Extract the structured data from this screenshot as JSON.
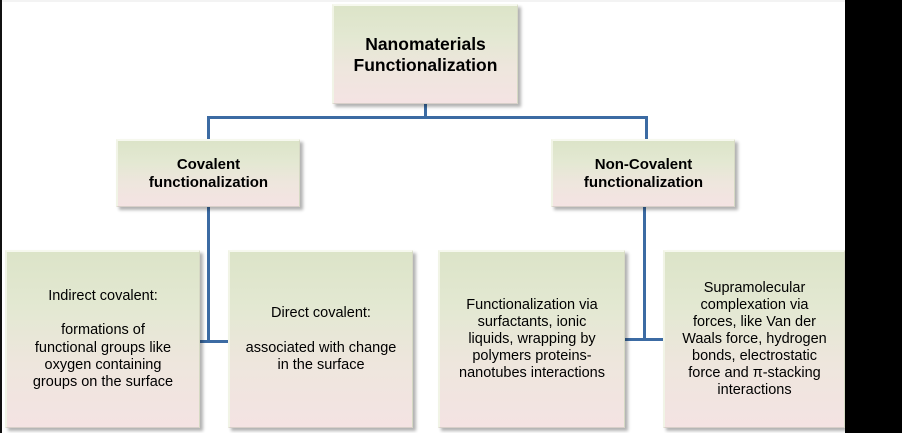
{
  "diagram": {
    "title": "Nanomaterials Functionalization",
    "type": "hierarchy-tree",
    "accent_connector_color": "#3c6ba3",
    "node_fill_top_color": "#dce4c8",
    "node_fill_bottom_color": "#f4e3e3",
    "levels": {
      "root": {
        "label": "Nanomaterials\nFunctionalization"
      },
      "branch_left": {
        "label": "Covalent\nfunctionalization"
      },
      "branch_right": {
        "label": "Non-Covalent\nfunctionalization"
      },
      "leaf_1": {
        "label": "Indirect covalent:\n\nformations of\nfunctional groups like\noxygen containing\ngroups on the surface"
      },
      "leaf_2": {
        "label": "Direct covalent:\n\nassociated with change\nin the surface"
      },
      "leaf_3": {
        "label": "Functionalization via\nsurfactants, ionic\nliquids, wrapping by\npolymers proteins-\nnanotubes interactions"
      },
      "leaf_4": {
        "label": "Supramolecular\ncomplexation via\nforces, like Van der\nWaals force, hydrogen\nbonds, electrostatic\nforce and π-stacking\ninteractions"
      }
    }
  }
}
